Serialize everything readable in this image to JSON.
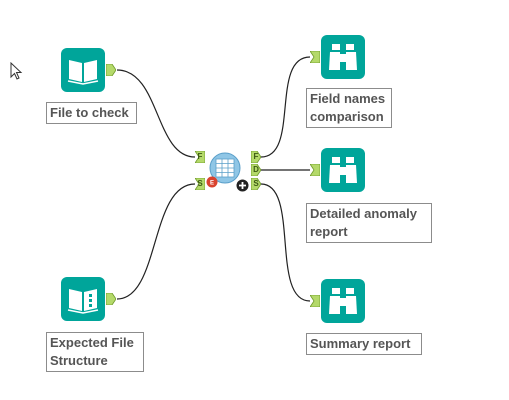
{
  "tools": {
    "file_to_check": {
      "label": "File to check"
    },
    "expected_structure": {
      "label": "Expected File Structure"
    },
    "field_names": {
      "label": "Field names comparison"
    },
    "detailed_anomaly": {
      "label": "Detailed anomaly report"
    },
    "summary_report": {
      "label": "Summary report"
    }
  },
  "macro": {
    "inputs": [
      "F",
      "S"
    ],
    "outputs": [
      "F",
      "D",
      "S"
    ]
  },
  "colors": {
    "tool_teal": "#00a59a",
    "anchor_green": "#b4d96a",
    "wire": "#222222",
    "label_border": "#8c8c8c"
  }
}
